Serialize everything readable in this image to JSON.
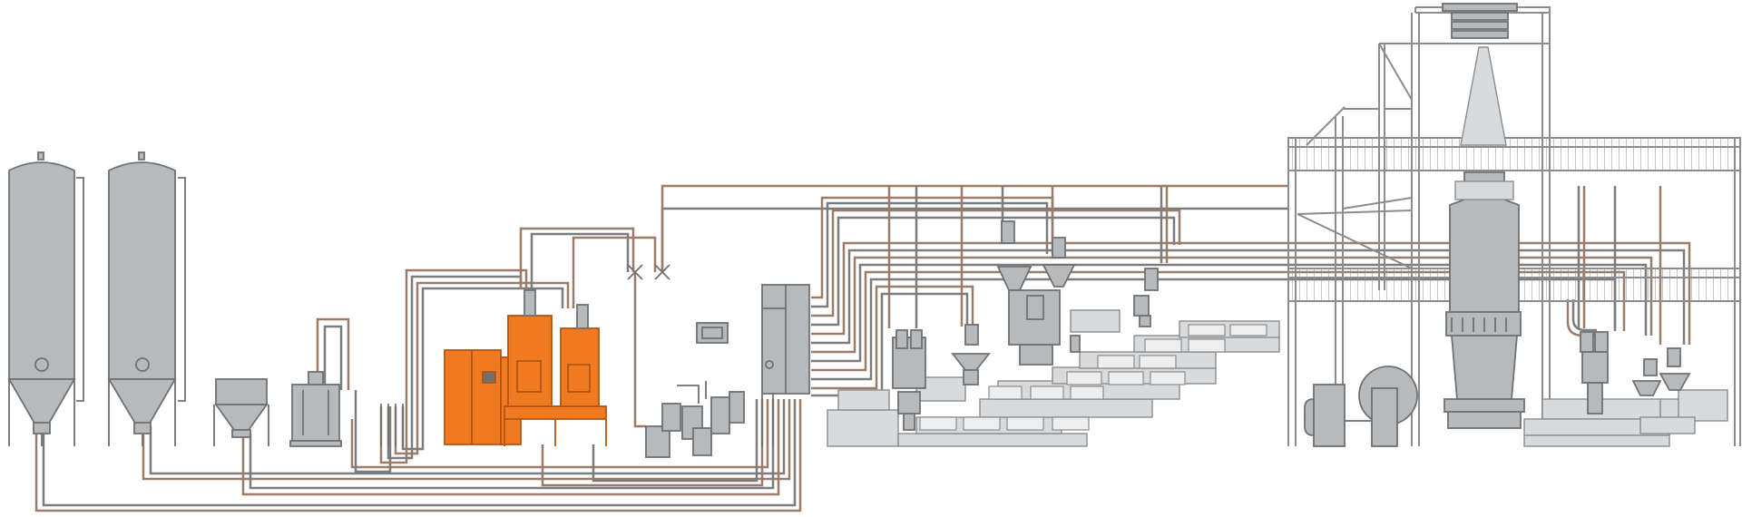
{
  "colors": {
    "background": "#ffffff",
    "equipment_fill": "#b8b9bb",
    "equipment_fill_light": "#d9dadb",
    "equipment_stroke": "#6f7173",
    "structure_stroke": "#8a8c8e",
    "pipe_brown": "#9b7b69",
    "pipe_gray": "#7a7c7e",
    "highlight_orange": "#f07a22",
    "highlight_stroke": "#b35412"
  },
  "highlighted_component": "dryer-units",
  "components": [
    "silo-1",
    "silo-2",
    "hopper-bin",
    "octabin-station",
    "dryer-units",
    "conveyor-station",
    "control-cabinet",
    "extruder-array",
    "blown-film-tower",
    "pipe-network"
  ]
}
